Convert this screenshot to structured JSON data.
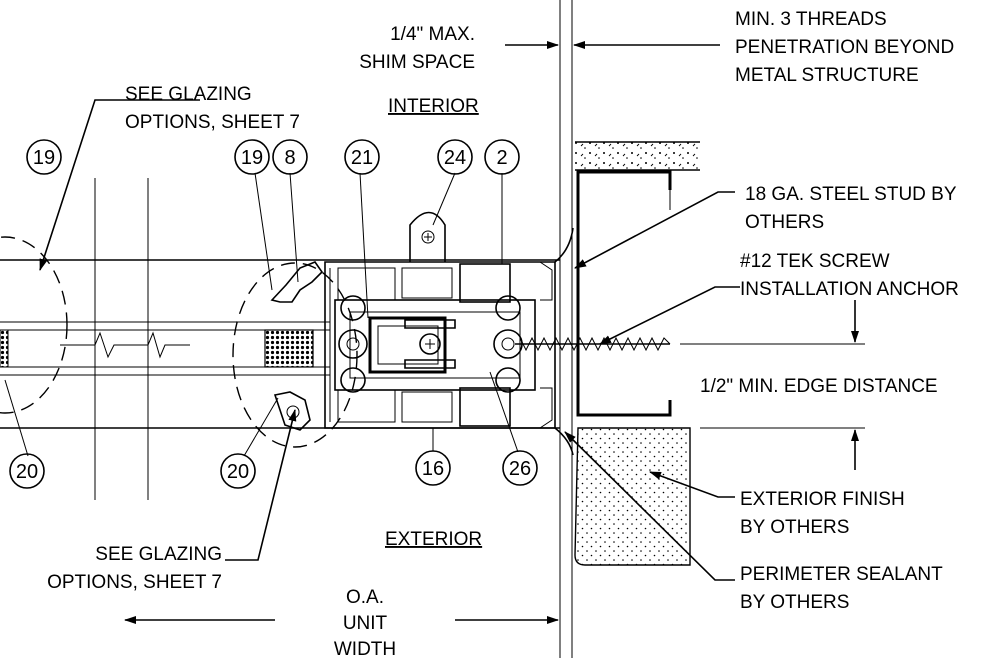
{
  "labels": {
    "shim_line1": "1/4\" MAX.",
    "shim_line2": "SHIM SPACE",
    "threads_line1": "MIN. 3 THREADS",
    "threads_line2": "PENETRATION BEYOND",
    "threads_line3": "METAL STRUCTURE",
    "glazing_top_line1": "SEE GLAZING",
    "glazing_top_line2": "OPTIONS, SHEET 7",
    "interior": "INTERIOR",
    "stud_line1": "18 GA. STEEL STUD BY",
    "stud_line2": "OTHERS",
    "tek_line1": "#12 TEK SCREW",
    "tek_line2": "INSTALLATION ANCHOR",
    "edge": "1/2\" MIN. EDGE DISTANCE",
    "finish_line1": "EXTERIOR FINISH",
    "finish_line2": "BY OTHERS",
    "exterior": "EXTERIOR",
    "glazing_bottom_line1": "SEE GLAZING",
    "glazing_bottom_line2": "OPTIONS, SHEET 7",
    "sealant_line1": "PERIMETER SEALANT",
    "sealant_line2": "BY OTHERS",
    "oa_line1": "O.A.",
    "oa_line2": "UNIT",
    "oa_line3": "WIDTH"
  },
  "callouts": {
    "c19_left": "19",
    "c19": "19",
    "c8": "8",
    "c21": "21",
    "c24": "24",
    "c2": "2",
    "c20_left": "20",
    "c20": "20",
    "c16": "16",
    "c26": "26"
  }
}
